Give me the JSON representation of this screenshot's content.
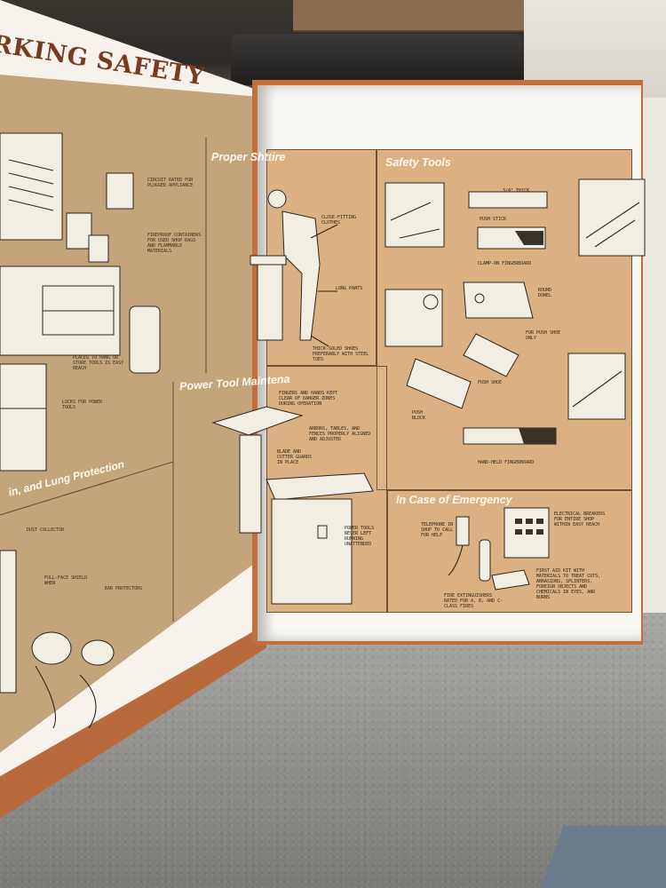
{
  "book": {
    "title": "RKING SAFETY"
  },
  "left_page": {
    "sections": [
      {
        "title": "in, and Lung Protection"
      }
    ],
    "notes": [
      "Circuit rated for plugged appliance",
      "Fireproof containers for used shop rags and flammable materials",
      "Places to hang or store tools is easy reach",
      "Locks for power tools",
      "Dust collector",
      "Full-face shield when",
      "Ear protectors"
    ]
  },
  "right_page": {
    "panels": [
      {
        "title": "Proper Sh",
        "title_tail": "ttire",
        "notes": [
          "Close-fitting clothes",
          "Long pants",
          "Thick-soled shoes preferably with steel toes"
        ]
      },
      {
        "title": "Safety Tools",
        "notes": [
          "3/4\" thick",
          "Push stick",
          "Clamp-on fingerboard",
          "Round dowel",
          "Push shoe",
          "For push shoe only",
          "Push block",
          "Hand-held fingerboard"
        ]
      },
      {
        "title": "Power Tool Maintena",
        "notes": [
          "Fingers and hands kept clear of danger zones during operation",
          "Arbors, tables, and fences properly aligned and adjusted",
          "Blade and cutter guards in place",
          "Power tools never left running unattended"
        ]
      },
      {
        "title": "In Case of Emergency",
        "notes": [
          "Telephone in shop to call for help",
          "Electrical breakers for entire shop within easy reach",
          "Fire extinguishers rated for A, B, and C-class fires",
          "First aid kit with materials to treat cuts, abrasions, splinters, foreign objects and chemicals in eyes, and burns"
        ]
      }
    ]
  }
}
